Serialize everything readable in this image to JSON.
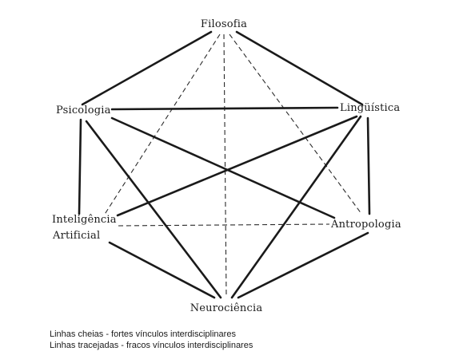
{
  "nodes": {
    "filosofia": "Filosofia",
    "psicologia": "Psicologia",
    "linguistica": "Lingüística",
    "inteligencia_line1": "Inteligência",
    "inteligencia_line2": "Artificial",
    "antropologia": "Antropologia",
    "neurociencia": "Neurociência"
  },
  "legend": {
    "solid": "Linhas cheias - fortes vínculos interdisciplinares",
    "dashed": "Linhas tracejadas - fracos vínculos interdisciplinares"
  },
  "links": {
    "strong": [
      [
        "filosofia",
        "psicologia"
      ],
      [
        "filosofia",
        "linguistica"
      ],
      [
        "psicologia",
        "linguistica"
      ],
      [
        "psicologia",
        "inteligencia"
      ],
      [
        "psicologia",
        "antropologia"
      ],
      [
        "psicologia",
        "neurociencia"
      ],
      [
        "linguistica",
        "inteligencia"
      ],
      [
        "linguistica",
        "antropologia"
      ],
      [
        "linguistica",
        "neurociencia"
      ],
      [
        "inteligencia",
        "neurociencia"
      ],
      [
        "antropologia",
        "neurociencia"
      ]
    ],
    "weak": [
      [
        "filosofia",
        "inteligencia"
      ],
      [
        "filosofia",
        "antropologia"
      ],
      [
        "filosofia",
        "neurociencia"
      ],
      [
        "inteligencia",
        "antropologia"
      ]
    ]
  }
}
